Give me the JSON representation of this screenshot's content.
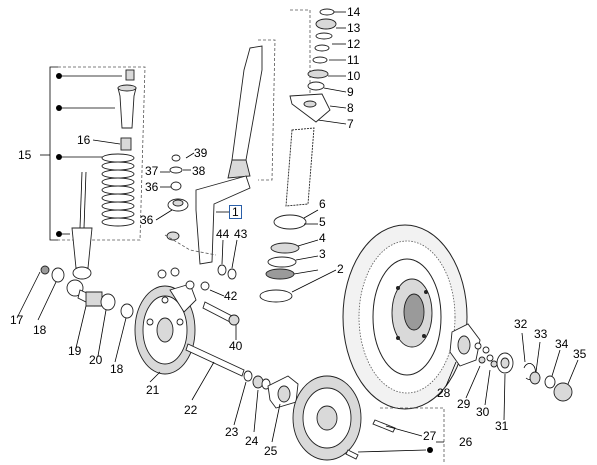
{
  "callouts": {
    "n1": "1",
    "n2": "2",
    "n3": "3",
    "n4": "4",
    "n5": "5",
    "n6": "6",
    "n7": "7",
    "n8": "8",
    "n9": "9",
    "n10": "10",
    "n11": "11",
    "n12": "12",
    "n13": "13",
    "n14": "14",
    "n15": "15",
    "n16": "16",
    "n17": "17",
    "n18a": "18",
    "n18b": "18",
    "n19": "19",
    "n20": "20",
    "n21": "21",
    "n22": "22",
    "n23": "23",
    "n24": "24",
    "n25": "25",
    "n26": "26",
    "n27": "27",
    "n28": "28",
    "n29": "29",
    "n30": "30",
    "n31": "31",
    "n32": "32",
    "n33": "33",
    "n34": "34",
    "n35": "35",
    "n36a": "36",
    "n36b": "36",
    "n37": "37",
    "n38": "38",
    "n39": "39",
    "n40": "40",
    "n42": "42",
    "n43": "43",
    "n44": "44"
  }
}
